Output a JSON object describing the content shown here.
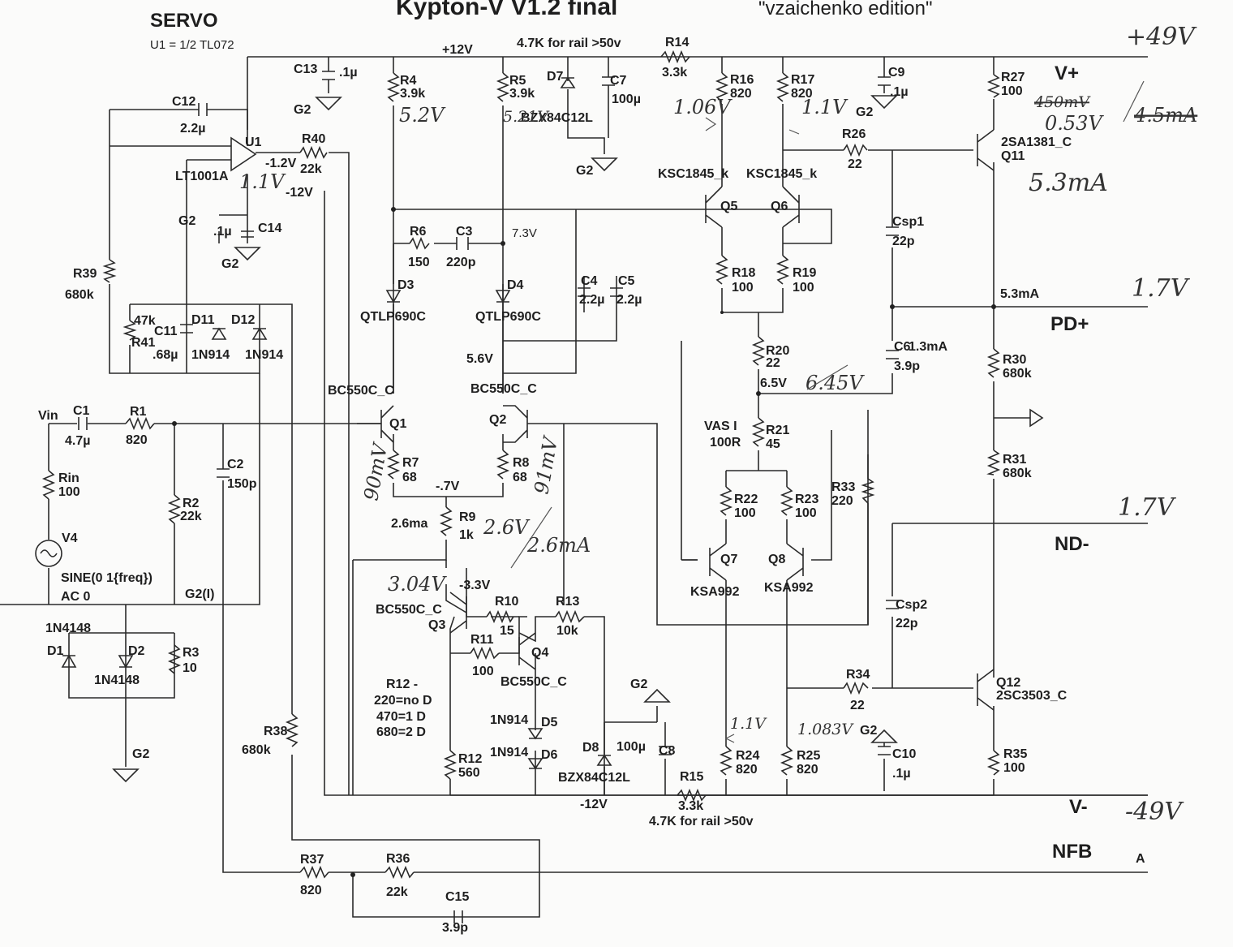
{
  "title": "Kypton-V V1.2 final",
  "subtitle": "\"vzaichenko edition\"",
  "servo": {
    "title": "SERVO",
    "note": "U1 = 1/2 TL072",
    "opamp": "U1",
    "opamp_part": "LT1001A",
    "out_v": "-1.2V",
    "neg_rail": "-12V",
    "hand_v": "1.1V"
  },
  "rails": {
    "p12": "+12V",
    "m12": "-12V",
    "vp": "V+",
    "vm": "V-",
    "pd": "PD+",
    "nd": "ND-",
    "nfb": "NFB",
    "vin": "Vin",
    "a": "A"
  },
  "notes": {
    "r14_note": "4.7K for rail >50v",
    "r15_note": "4.7K for rail >50v",
    "v73": "7.3V",
    "v56": "5.6V",
    "v65": "6.5V",
    "vm07": "-.7V",
    "i26": "2.6ma",
    "vm33": "-3.3V",
    "i53": "5.3mA",
    "i13": "1.3mA",
    "vas": "VAS I",
    "vas2": "100R",
    "r12n": "R12 -",
    "r12a": "220=no D",
    "r12b": "470=1 D",
    "r12c": "680=2 D",
    "sine": "SINE(0 1{freq})",
    "ac": "AC 0",
    "g2i": "G2(I)"
  },
  "hand": {
    "p49": "+49V",
    "m49": "-49V",
    "v52": "5.2V",
    "v521": "5.21V",
    "v106": "1.06V",
    "v11a": "1.1V",
    "v645": "6.45V",
    "mv450": "450mV",
    "ma45": "4.5mA",
    "v053": "0.53V",
    "ma53": "5.3mA",
    "v17a": "1.7V",
    "v17b": "1.7V",
    "mv90": "90mV",
    "mv91": "91mV",
    "v26": "2.6V",
    "ma26": "2.6mA",
    "v304": "3.04V",
    "v11b": "1.1V",
    "v1083": "1.083V"
  },
  "ground": "G2",
  "resistors": [
    {
      "ref": "R4",
      "val": "3.9k"
    },
    {
      "ref": "R5",
      "val": "3.9k"
    },
    {
      "ref": "R14",
      "val": "3.3k"
    },
    {
      "ref": "R16",
      "val": "820"
    },
    {
      "ref": "R17",
      "val": "820"
    },
    {
      "ref": "R27",
      "val": "100"
    },
    {
      "ref": "R26",
      "val": "22"
    },
    {
      "ref": "R40",
      "val": "22k"
    },
    {
      "ref": "R39",
      "val": "680k"
    },
    {
      "ref": "R41",
      "val": "47k"
    },
    {
      "ref": "R6",
      "val": "150"
    },
    {
      "ref": "R18",
      "val": "100"
    },
    {
      "ref": "R19",
      "val": "100"
    },
    {
      "ref": "R20",
      "val": "22"
    },
    {
      "ref": "R21",
      "val": "45"
    },
    {
      "ref": "R30",
      "val": "680k"
    },
    {
      "ref": "R31",
      "val": "680k"
    },
    {
      "ref": "R1",
      "val": "820"
    },
    {
      "ref": "Rin",
      "val": "100"
    },
    {
      "ref": "R2",
      "val": "22k"
    },
    {
      "ref": "R7",
      "val": "68"
    },
    {
      "ref": "R8",
      "val": "68"
    },
    {
      "ref": "R9",
      "val": "1k"
    },
    {
      "ref": "R22",
      "val": "100"
    },
    {
      "ref": "R23",
      "val": "100"
    },
    {
      "ref": "R33",
      "val": "220"
    },
    {
      "ref": "R3",
      "val": "10"
    },
    {
      "ref": "R10",
      "val": "15"
    },
    {
      "ref": "R13",
      "val": "10k"
    },
    {
      "ref": "R11",
      "val": "100"
    },
    {
      "ref": "R34",
      "val": "22"
    },
    {
      "ref": "R38",
      "val": "680k"
    },
    {
      "ref": "R12",
      "val": "560"
    },
    {
      "ref": "R24",
      "val": "820"
    },
    {
      "ref": "R25",
      "val": "820"
    },
    {
      "ref": "R35",
      "val": "100"
    },
    {
      "ref": "R15",
      "val": "3.3k"
    },
    {
      "ref": "R37",
      "val": "820"
    },
    {
      "ref": "R36",
      "val": "22k"
    }
  ],
  "capacitors": [
    {
      "ref": "C13",
      "val": ".1µ"
    },
    {
      "ref": "C12",
      "val": "2.2µ"
    },
    {
      "ref": "C7",
      "val": "100µ"
    },
    {
      "ref": "C9",
      "val": ".1µ"
    },
    {
      "ref": "C14",
      "val": ".1µ"
    },
    {
      "ref": "C3",
      "val": "220p"
    },
    {
      "ref": "C4",
      "val": "2.2µ"
    },
    {
      "ref": "C5",
      "val": "2.2µ"
    },
    {
      "ref": "Csp1",
      "val": "22p"
    },
    {
      "ref": "C11",
      "val": ".68µ"
    },
    {
      "ref": "C6",
      "val": "3.9p"
    },
    {
      "ref": "C1",
      "val": "4.7µ"
    },
    {
      "ref": "C2",
      "val": "150p"
    },
    {
      "ref": "Csp2",
      "val": "22p"
    },
    {
      "ref": "C8",
      "val": "100µ"
    },
    {
      "ref": "C10",
      "val": ".1µ"
    },
    {
      "ref": "C15",
      "val": "3.9p"
    }
  ],
  "transistors": [
    {
      "ref": "Q1",
      "part": "BC550C_C"
    },
    {
      "ref": "Q2",
      "part": "BC550C_C"
    },
    {
      "ref": "Q3",
      "part": "BC550C_C"
    },
    {
      "ref": "Q4",
      "part": "BC550C_C"
    },
    {
      "ref": "Q5",
      "part": "KSC1845_k"
    },
    {
      "ref": "Q6",
      "part": "KSC1845_k"
    },
    {
      "ref": "Q7",
      "part": "KSA992"
    },
    {
      "ref": "Q8",
      "part": "KSA992"
    },
    {
      "ref": "Q11",
      "part": "2SA1381_C"
    },
    {
      "ref": "Q12",
      "part": "2SC3503_C"
    }
  ],
  "diodes": [
    {
      "ref": "D7",
      "part": "BZX84C12L"
    },
    {
      "ref": "D3",
      "part": "QTLP690C"
    },
    {
      "ref": "D4",
      "part": "QTLP690C"
    },
    {
      "ref": "D11",
      "part": "1N914"
    },
    {
      "ref": "D12",
      "part": "1N914"
    },
    {
      "ref": "D1",
      "part": "1N4148"
    },
    {
      "ref": "D2",
      "part": "1N4148"
    },
    {
      "ref": "D5",
      "part": "1N914"
    },
    {
      "ref": "D6",
      "part": "1N914"
    },
    {
      "ref": "D8",
      "part": "BZX84C12L"
    }
  ],
  "source": {
    "ref": "V4"
  }
}
